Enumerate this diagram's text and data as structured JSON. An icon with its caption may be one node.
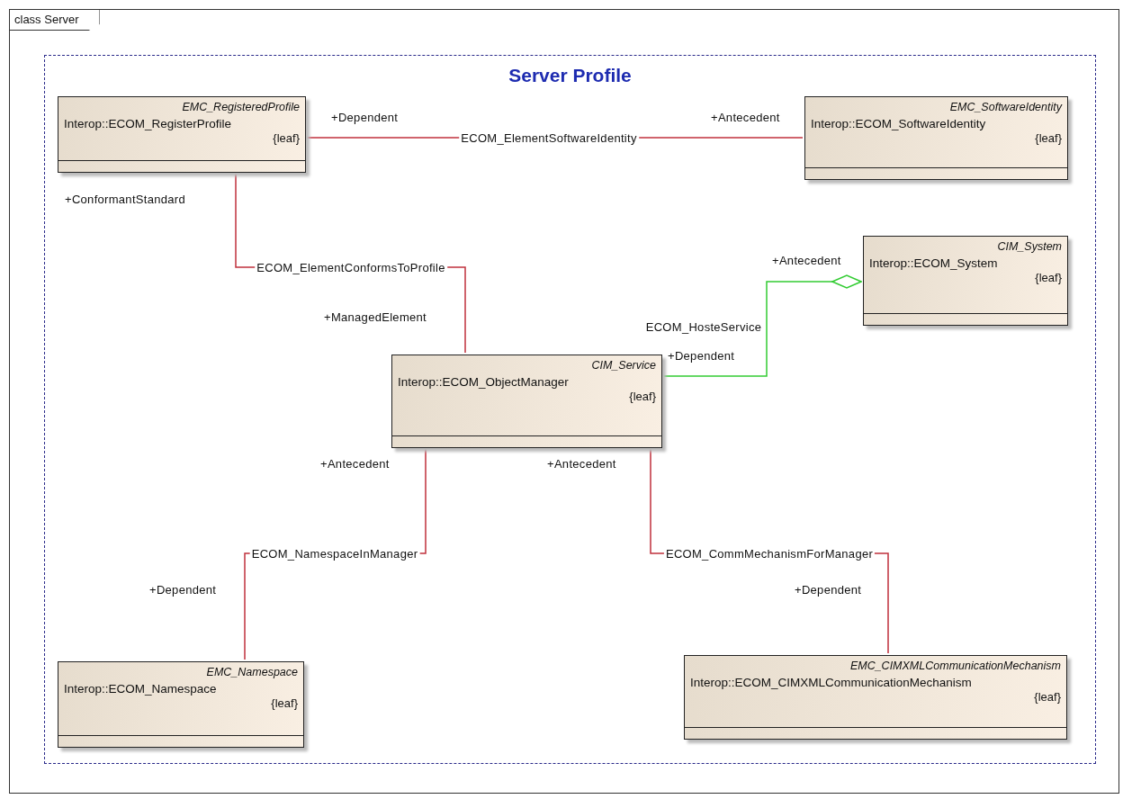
{
  "diagram": {
    "nodes": [
      {
        "text": [
          "class Server"
        ]
      },
      {
        "text": [
          "Server Profile"
        ],
        "in": 0
      },
      {
        "text": [
          "EMC_RegisteredProfile",
          "Interop::ECOM_RegisterProfile",
          "{leaf}"
        ],
        "in": 1
      },
      {
        "text": [
          "EMC_SoftwareIdentity",
          "Interop::ECOM_SoftwareIdentity",
          "{leaf}"
        ],
        "in": 1
      },
      {
        "text": [
          "CIM_System",
          "Interop::ECOM_System",
          "{leaf}"
        ],
        "in": 1
      },
      {
        "text": [
          "CIM_Service",
          "Interop::ECOM_ObjectManager",
          "{leaf}"
        ],
        "in": 1
      },
      {
        "text": [
          "EMC_Namespace",
          "Interop::ECOM_Namespace",
          "{leaf}"
        ],
        "in": 1
      },
      {
        "text": [
          "EMC_CIMXMLCommunicationMechanism",
          "Interop::ECOM_CIMXMLCommunicationMechanism",
          "{leaf}"
        ],
        "in": 1
      }
    ],
    "edges": [
      {
        "from": 2,
        "to": 3,
        "arrow": "none",
        "label": "ECOM_ElementSoftwareIdentity"
      },
      {
        "from": 2,
        "to": 5,
        "arrow": "none",
        "label": "ECOM_ElementConformsToProfile"
      },
      {
        "from": 5,
        "to": 4,
        "arrow": "other",
        "label": "ECOM_HosteService",
        "color": "#33cc33"
      },
      {
        "from": 5,
        "to": 6,
        "arrow": "none",
        "label": "ECOM_NamespaceInManager"
      },
      {
        "from": 5,
        "to": 7,
        "arrow": "none",
        "label": "ECOM_CommMechanismForManager"
      }
    ],
    "labels": [
      "+Dependent",
      "+Antecedent",
      "+ConformantStandard",
      "+Antecedent",
      "+ManagedElement",
      "+Dependent",
      "+Antecedent",
      "+Antecedent",
      "+Dependent",
      "+Dependent"
    ]
  }
}
